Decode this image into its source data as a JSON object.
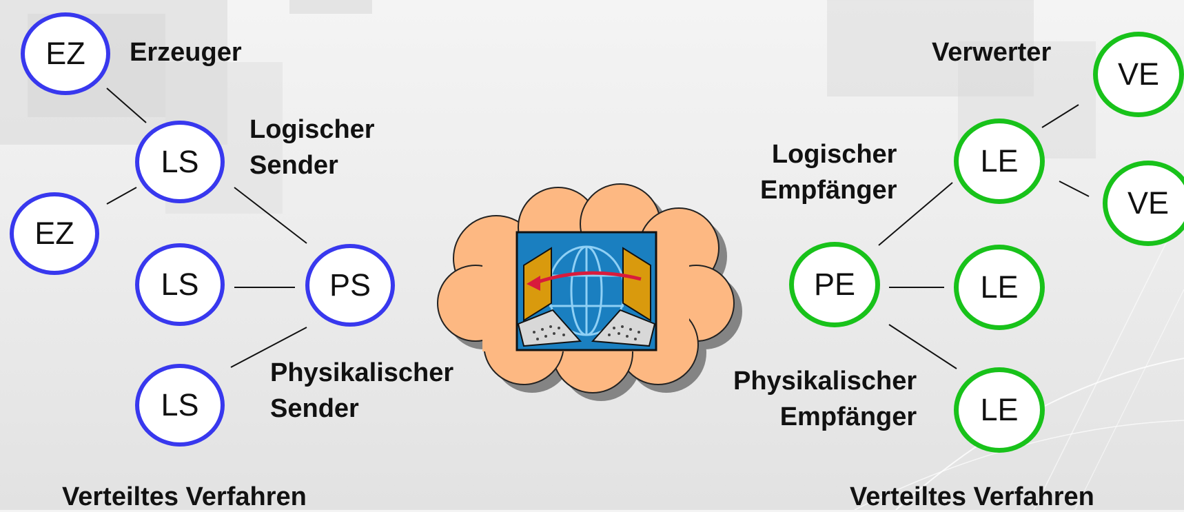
{
  "colors": {
    "sender_circle": "#3838ee",
    "receiver_circle": "#18c21a",
    "cloud_fill": "#fdb882",
    "network_screen": "#1a7fc0",
    "arrow": "#d81b3c"
  },
  "sender": {
    "nodes": {
      "ez1": "EZ",
      "ez2": "EZ",
      "ls1": "LS",
      "ls2": "LS",
      "ls3": "LS",
      "ps": "PS"
    },
    "labels": {
      "erzeuger": "Erzeuger",
      "logischer_sender": "Logischer\nSender",
      "physikalischer_sender": "Physikalischer\nSender"
    },
    "footer": "Verteiltes Verfahren"
  },
  "receiver": {
    "nodes": {
      "ve1": "VE",
      "ve2": "VE",
      "le1": "LE",
      "le2": "LE",
      "le3": "LE",
      "pe": "PE"
    },
    "labels": {
      "verwerter": "Verwerter",
      "logischer_empfaenger": "Logischer\nEmpfänger",
      "physikalischer_empfaenger": "Physikalischer\nEmpfänger"
    },
    "footer": "Verteiltes Verfahren"
  },
  "network": {
    "icon": "network-transfer-icon"
  }
}
